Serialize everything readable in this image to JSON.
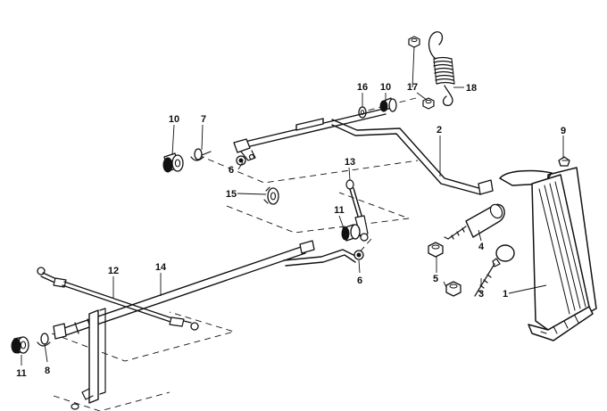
{
  "diagram": {
    "callouts": [
      {
        "id": "c1",
        "label": "1"
      },
      {
        "id": "c2",
        "label": "2"
      },
      {
        "id": "c3",
        "label": "3"
      },
      {
        "id": "c4",
        "label": "4"
      },
      {
        "id": "c5",
        "label": "5"
      },
      {
        "id": "c6a",
        "label": "6"
      },
      {
        "id": "c6b",
        "label": "6"
      },
      {
        "id": "c7",
        "label": "7"
      },
      {
        "id": "c8",
        "label": "8"
      },
      {
        "id": "c9",
        "label": "9"
      },
      {
        "id": "c10a",
        "label": "10"
      },
      {
        "id": "c10b",
        "label": "10"
      },
      {
        "id": "c11a",
        "label": "11"
      },
      {
        "id": "c11b",
        "label": "11"
      },
      {
        "id": "c12",
        "label": "12"
      },
      {
        "id": "c13",
        "label": "13"
      },
      {
        "id": "c14",
        "label": "14"
      },
      {
        "id": "c15",
        "label": "15"
      },
      {
        "id": "c16",
        "label": "16"
      },
      {
        "id": "c17",
        "label": "17"
      },
      {
        "id": "c18",
        "label": "18"
      }
    ]
  }
}
